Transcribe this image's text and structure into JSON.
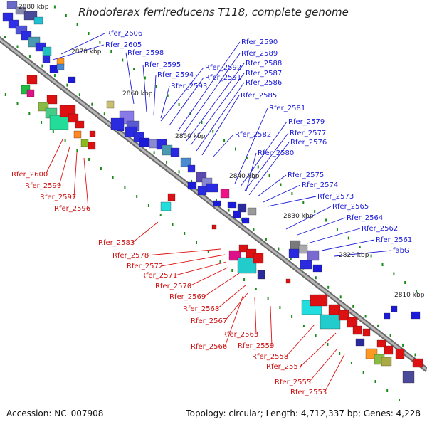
{
  "title": "Rhodoferax ferrireducens T118, complete genome",
  "footer": {
    "accession": "Accession: NC_007908",
    "summary": "Topology: circular; Length: 4,712,337 bp; Genes: 4,228"
  },
  "scale_labels": [
    "2880 kbp",
    "2870 kbp",
    "2860 kbp",
    "2850 kbp",
    "2840 kbp",
    "2830 kbp",
    "2820 kbp",
    "2810 kbp"
  ],
  "top_labels": [
    "Rfer_2606",
    "Rfer_2605",
    "Rfer_2598",
    "Rfer_2595",
    "Rfer_2594",
    "Rfer_2593",
    "Rfer_2592",
    "Rfer_2591",
    "Rfer_2590",
    "Rfer_2589",
    "Rfer_2588",
    "Rfer_2587",
    "Rfer_2586",
    "Rfer_2585",
    "Rfer_2581",
    "Rfer_2582",
    "Rfer_2579",
    "Rfer_2577",
    "Rfer_2576",
    "Rfer_2580",
    "Rfer_2575",
    "Rfer_2574",
    "Rfer_2573",
    "Rfer_2565",
    "Rfer_2564",
    "Rfer_2562",
    "Rfer_2561",
    "fabG"
  ],
  "bottom_labels": [
    "Rfer_2600",
    "Rfer_2599",
    "Rfer_2597",
    "Rfer_2596",
    "Rfer_2583",
    "Rfer_2578",
    "Rfer_2572",
    "Rfer_2571",
    "Rfer_2570",
    "Rfer_2569",
    "Rfer_2568",
    "Rfer_2567",
    "Rfer_2563",
    "Rfer_2566",
    "Rfer_2559",
    "Rfer_2558",
    "Rfer_2557",
    "Rfer_2555",
    "Rfer_2553"
  ],
  "colors": {
    "backbone": "#8a8a8a",
    "forward_strand": "#1a1ad8",
    "reverse_strand": "#dd1111",
    "tick": "#1a8a1a"
  }
}
